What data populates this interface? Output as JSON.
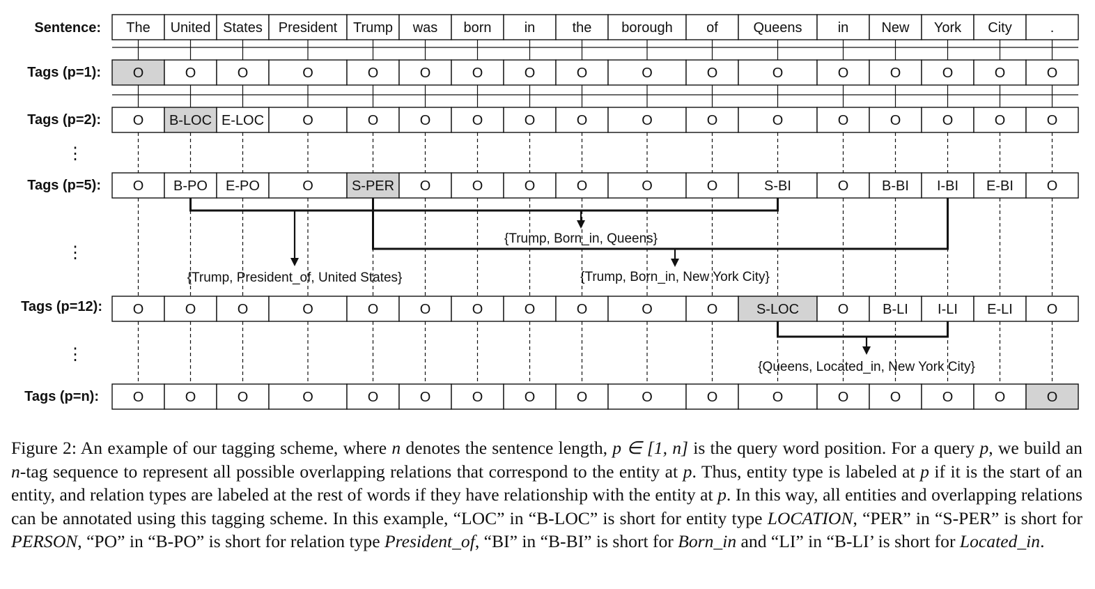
{
  "figure": {
    "row_labels": {
      "sentence": "Sentence:",
      "p1": "Tags (p=1):",
      "p2": "Tags (p=2):",
      "p5": "Tags (p=5):",
      "p12": "Tags (p=12):",
      "pn": "Tags (p=n):"
    },
    "ellipsis": "⋮",
    "sentence": [
      "The",
      "United",
      "States",
      "President",
      "Trump",
      "was",
      "born",
      "in",
      "the",
      "borough",
      "of",
      "Queens",
      "in",
      "New",
      "York",
      "City",
      "."
    ],
    "tag_rows": [
      {
        "key": "p1",
        "tags": [
          "O",
          "O",
          "O",
          "O",
          "O",
          "O",
          "O",
          "O",
          "O",
          "O",
          "O",
          "O",
          "O",
          "O",
          "O",
          "O",
          "O"
        ],
        "highlight": 0
      },
      {
        "key": "p2",
        "tags": [
          "O",
          "B-LOC",
          "E-LOC",
          "O",
          "O",
          "O",
          "O",
          "O",
          "O",
          "O",
          "O",
          "O",
          "O",
          "O",
          "O",
          "O",
          "O"
        ],
        "highlight": 1
      },
      {
        "key": "p5",
        "tags": [
          "O",
          "B-PO",
          "E-PO",
          "O",
          "S-PER",
          "O",
          "O",
          "O",
          "O",
          "O",
          "O",
          "S-BI",
          "O",
          "B-BI",
          "I-BI",
          "E-BI",
          "O"
        ],
        "highlight": 4
      },
      {
        "key": "p12",
        "tags": [
          "O",
          "O",
          "O",
          "O",
          "O",
          "O",
          "O",
          "O",
          "O",
          "O",
          "O",
          "S-LOC",
          "O",
          "B-LI",
          "I-LI",
          "E-LI",
          "O"
        ],
        "highlight": 11
      },
      {
        "key": "pn",
        "tags": [
          "O",
          "O",
          "O",
          "O",
          "O",
          "O",
          "O",
          "O",
          "O",
          "O",
          "O",
          "O",
          "O",
          "O",
          "O",
          "O",
          "O"
        ],
        "highlight": 16
      }
    ],
    "relations": {
      "trump_born_queens": "{Trump, Born_in, Queens}",
      "trump_president_us": "{Trump, President_of, United States}",
      "trump_born_nyc": "{Trump, Born_in, New York City}",
      "queens_located_nyc": "{Queens, Located_in, New York City}"
    },
    "colors": {
      "highlight": "#d3d3d3",
      "line": "#111111"
    }
  },
  "caption": {
    "s1": "Figure 2: An example of our tagging scheme, where ",
    "n": "n",
    "s2": " denotes the sentence length, ",
    "p_in": "p ∈ [1, n]",
    "s3": " is the query word position. For a query ",
    "p": "p",
    "s4": ", we build an ",
    "ntag": "n",
    "s5": "-tag sequence to represent all possible overlapping relations that correspond to the entity at ",
    "s6": ". Thus, entity type is labeled at ",
    "s7": " if it is the start of an entity, and relation types are labeled at the rest of words if they have relationship with the entity at ",
    "s8": ". In this way, all entities and overlapping relations can be annotated using this tagging scheme. In this example, “LOC” in “B-LOC” is short for entity type ",
    "loc": "LOCATION",
    "s9": ", “PER” in “S-PER” is short for ",
    "per": "PERSON",
    "s10": ", “PO” in “B-PO” is short for relation type ",
    "po": "President_of",
    "s11": ", “BI” in “B-BI” is short for ",
    "bi": "Born_in",
    "s12": " and “LI” in “B-LI’ is short for ",
    "li": "Located_in",
    "s13": "."
  }
}
